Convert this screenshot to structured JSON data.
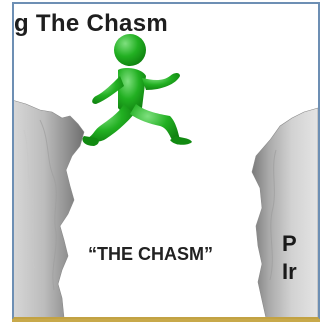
{
  "slide": {
    "title": "g The Chasm",
    "chasm_label": "“THE CHASM”",
    "right_text_line1": "P",
    "right_text_line2": "Ir"
  },
  "figure": {
    "icon": "running-person-icon",
    "color": "#1fa51f"
  },
  "colors": {
    "frame_border": "#6d8fb4",
    "accent_line": "#c8a94a",
    "cliff_gray": "#9a9a9a"
  }
}
